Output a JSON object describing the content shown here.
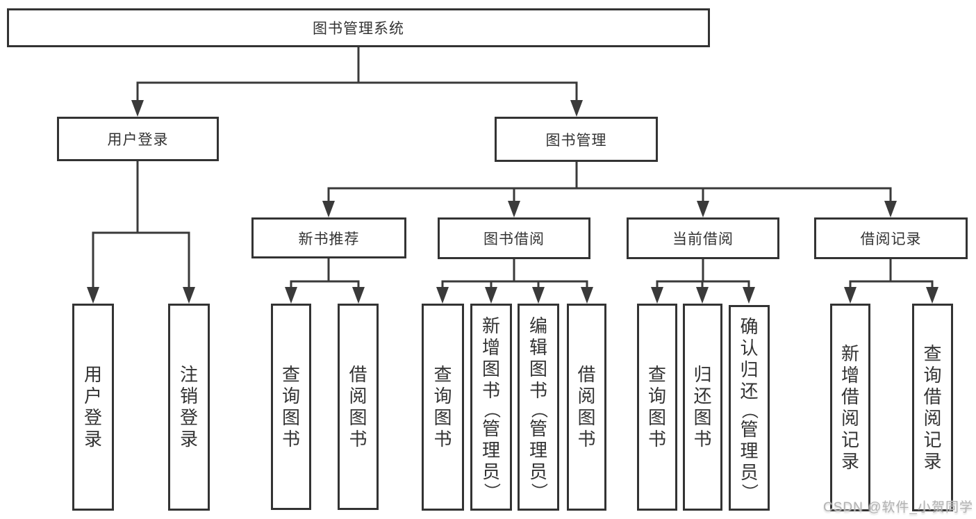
{
  "diagram": {
    "root": {
      "label": "图书管理系统"
    },
    "branches": [
      {
        "label": "用户登录",
        "children": [
          {
            "label": "用户登录"
          },
          {
            "label": "注销登录"
          }
        ]
      },
      {
        "label": "图书管理",
        "sections": [
          {
            "label": "新书推荐",
            "children": [
              {
                "label": "查询图书"
              },
              {
                "label": "借阅图书"
              }
            ]
          },
          {
            "label": "图书借阅",
            "children": [
              {
                "label": "查询图书"
              },
              {
                "label": "新增图书（管理员）"
              },
              {
                "label": "编辑图书（管理员）"
              },
              {
                "label": "借阅图书"
              }
            ]
          },
          {
            "label": "当前借阅",
            "children": [
              {
                "label": "查询图书"
              },
              {
                "label": "归还图书"
              },
              {
                "label": "确认归还（管理员）"
              }
            ]
          },
          {
            "label": "借阅记录",
            "children": [
              {
                "label": "新增借阅记录"
              },
              {
                "label": "查询借阅记录"
              }
            ]
          }
        ]
      }
    ]
  },
  "watermark": {
    "text": "CSDN @软件_小贺同学"
  },
  "colors": {
    "line": "#3a3a3a",
    "box_border": "#333333",
    "text": "#333333",
    "background": "#ffffff",
    "watermark": "#b3b3b3"
  }
}
